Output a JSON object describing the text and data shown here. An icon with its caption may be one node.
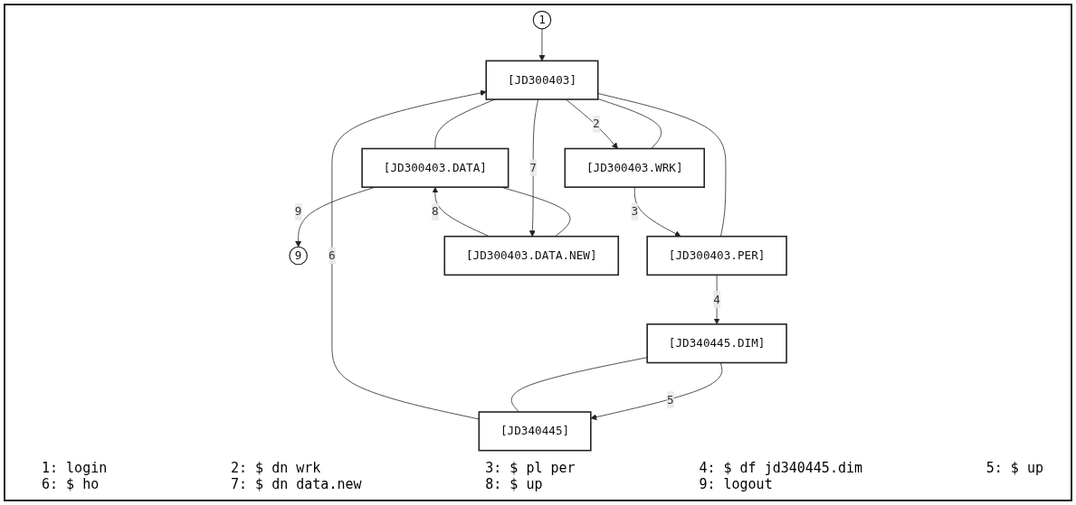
{
  "diagram": {
    "nodes": [
      {
        "text": [
          "1"
        ]
      },
      {
        "text": [
          "[JD300403]"
        ]
      },
      {
        "text": [
          "[JD340445]"
        ]
      },
      {
        "text": [
          "9"
        ]
      },
      {
        "text": [
          "[JD300403.WRK]"
        ]
      },
      {
        "text": [
          "[JD300403.PER]"
        ]
      },
      {
        "text": [
          "[JD300403.DATA]"
        ]
      },
      {
        "text": [
          "[JD340445.DIM]"
        ]
      },
      {
        "text": [
          "[JD300403.DATA.NEW]"
        ]
      }
    ],
    "edges": [
      {
        "from": 0,
        "to": 1,
        "arrow": "to"
      },
      {
        "from": 1,
        "to": 4,
        "arrow": "none"
      },
      {
        "from": 1,
        "to": 5,
        "arrow": "none"
      },
      {
        "from": 1,
        "to": 6,
        "arrow": "none"
      },
      {
        "from": 6,
        "to": 8,
        "arrow": "none"
      },
      {
        "from": 2,
        "to": 7,
        "arrow": "none"
      },
      {
        "from": 1,
        "to": 4,
        "arrow": "to",
        "label": "2"
      },
      {
        "from": 4,
        "to": 5,
        "arrow": "to",
        "label": "3"
      },
      {
        "from": 5,
        "to": 7,
        "arrow": "to",
        "label": "4"
      },
      {
        "from": 7,
        "to": 2,
        "arrow": "to",
        "label": "5"
      },
      {
        "from": 2,
        "to": 1,
        "arrow": "to",
        "label": "6"
      },
      {
        "from": 1,
        "to": 8,
        "arrow": "to",
        "label": "7"
      },
      {
        "from": 8,
        "to": 6,
        "arrow": "to",
        "label": "8"
      },
      {
        "from": 6,
        "to": 3,
        "arrow": "to",
        "label": "9"
      }
    ],
    "labels": [
      "1: login",
      "2: $ dn wrk",
      "3: $ pl per",
      "4: $ df jd340445.dim",
      "5: $ up",
      "6: $ ho",
      "7: $ dn data.new",
      "8: $ up",
      "9: logout"
    ]
  }
}
